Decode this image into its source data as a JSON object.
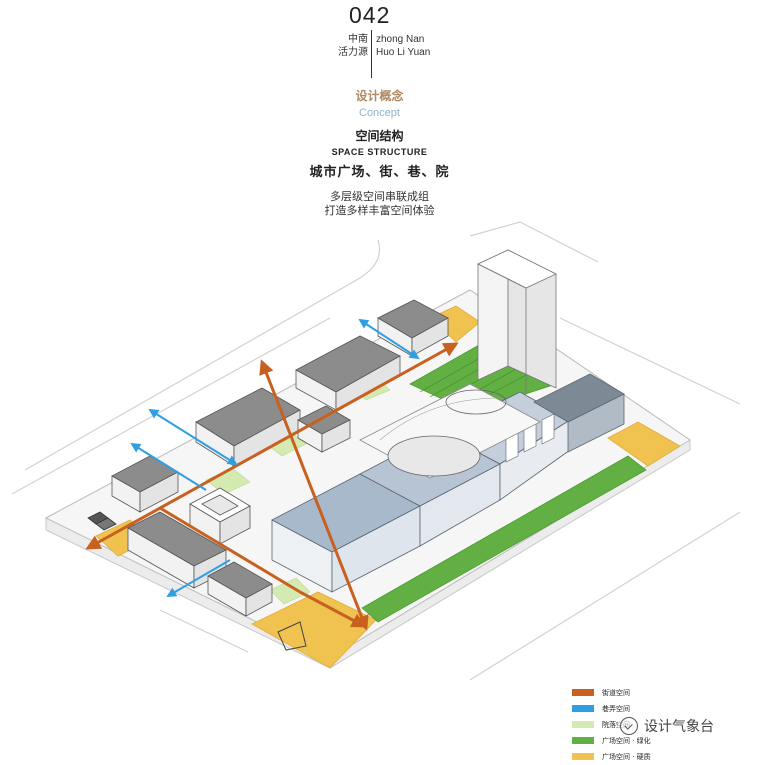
{
  "header": {
    "number": "042",
    "name_cn_line1": "中南",
    "name_cn_line2": "活力源",
    "name_en_line1": "zhong Nan",
    "name_en_line2": "Huo Li Yuan",
    "concept_cn": "设计概念",
    "concept_en": "Concept",
    "section_cn": "空间结构",
    "section_en": "SPACE STRUCTURE",
    "section_sub": "城市广场、街、巷、院",
    "desc_line1": "多层级空间串联成组",
    "desc_line2": "打造多样丰富空间体验"
  },
  "legend": {
    "items": [
      {
        "label": "街道空间",
        "color": "#c8611f"
      },
      {
        "label": "巷弄空间",
        "color": "#2f9fe3"
      },
      {
        "label": "院落空间",
        "color": "#d5eab0"
      },
      {
        "label": "广场空间 · 绿化",
        "color": "#62b043"
      },
      {
        "label": "广场空间 · 硬质",
        "color": "#f0c24f"
      }
    ]
  },
  "watermark": {
    "text": "设计气象台",
    "icon": "wechat-icon"
  },
  "colors": {
    "street": "#c8611f",
    "lane": "#2f9fe3",
    "courtyard": "#d5eab0",
    "green": "#62b043",
    "hard": "#f0c24f",
    "building_blue": "#a9b9cc",
    "building_dark": "#7d8a96",
    "roof_gray": "#8c8c8c"
  }
}
